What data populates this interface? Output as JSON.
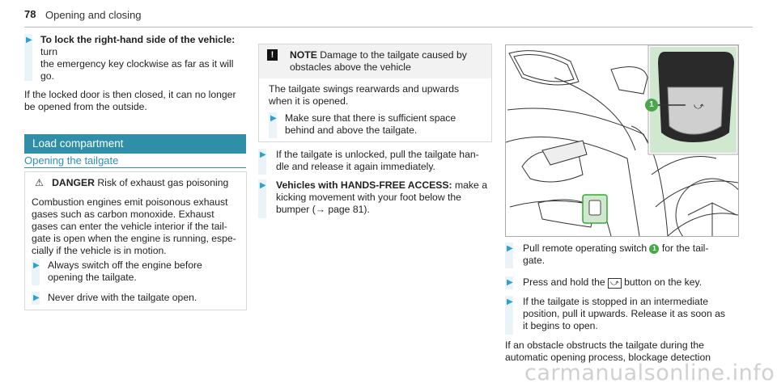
{
  "header": {
    "page_number": "78",
    "title": "Opening and closing"
  },
  "col1": {
    "step_lock_bold": "To lock the right-hand side of the vehicle:",
    "step_lock_rest1": "turn",
    "step_lock_line2": "the emergency key clockwise as far as it will",
    "step_lock_line3": "go.",
    "para_line1": "If the locked door is then closed, it can no longer",
    "para_line2": "be opened from the outside.",
    "section_title": "Load compartment",
    "subsection_title": "Opening the tailgate",
    "danger": {
      "icon": "⚠",
      "label": "DANGER",
      "title_rest": "Risk of exhaust gas poisoning",
      "body": [
        "Combustion engines emit poisonous exhaust",
        "gases such as carbon monoxide. Exhaust",
        "gases can enter the vehicle interior if the tail-",
        "gate is open when the engine is running, espe-",
        "cially if the vehicle is in motion."
      ],
      "step1": [
        "Always switch off the engine before",
        "opening the tailgate."
      ],
      "step2": [
        "Never drive with the tailgate open."
      ]
    }
  },
  "col2": {
    "note": {
      "icon": "!",
      "label": "NOTE",
      "title_line1": "Damage to the tailgate caused by",
      "title_line2": "obstacles above the vehicle",
      "body": [
        "The tailgate swings rearwards and upwards",
        "when it is opened."
      ],
      "step": [
        "Make sure that there is sufficient space",
        "behind and above the tailgate."
      ]
    },
    "step_unlocked": [
      "If the tailgate is unlocked, pull the tailgate han-",
      "dle and release it again immediately."
    ],
    "step_handsfree_bold": "Vehicles with HANDS-FREE ACCESS:",
    "step_handsfree_rest": "make a",
    "step_handsfree_lines": [
      "kicking movement with your foot below the",
      "bumper (→ page 81)."
    ]
  },
  "col3": {
    "figure_callout": "1",
    "step_pull_a": "Pull remote operating switch",
    "step_pull_num": "1",
    "step_pull_b": "for the tail-",
    "step_pull_line2": "gate.",
    "step_press_a": "Press and hold the",
    "step_press_b": "button on the key.",
    "step_stopped": [
      "If the tailgate is stopped in an intermediate",
      "position, pull it upwards. Release it as soon as",
      "it begins to open."
    ],
    "para": [
      "If an obstacle obstructs the tailgate during the",
      "automatic opening process, blockage detection"
    ]
  },
  "watermark": "carmanualsonline.info",
  "colors": {
    "accent": "#2d9fd1",
    "section": "#2f8fa8"
  }
}
